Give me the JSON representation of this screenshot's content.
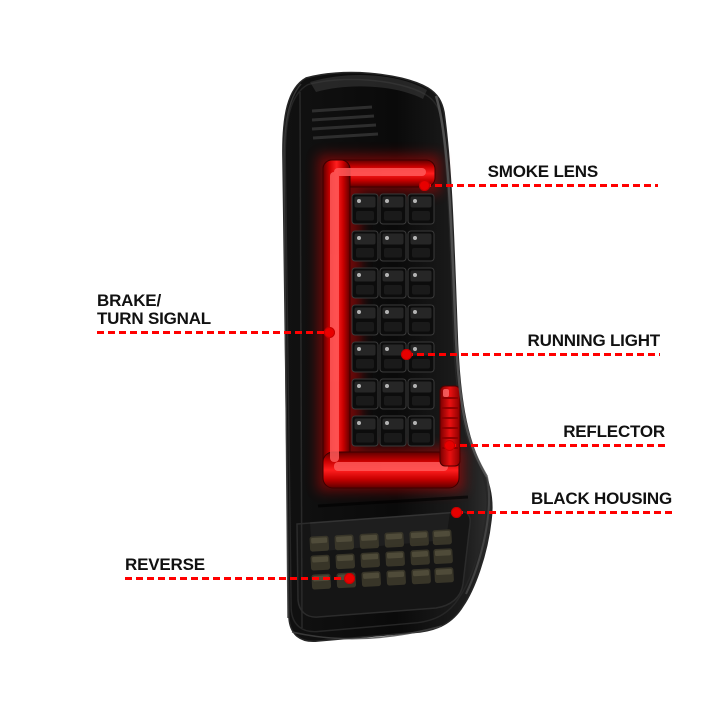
{
  "callouts": [
    {
      "id": "smoke-lens",
      "lines": [
        "SMOKE LENS"
      ]
    },
    {
      "id": "brake-turn-signal",
      "lines": [
        "BRAKE/",
        "TURN SIGNAL"
      ]
    },
    {
      "id": "running-light",
      "lines": [
        "RUNNING LIGHT"
      ]
    },
    {
      "id": "reflector",
      "lines": [
        "REFLECTOR"
      ]
    },
    {
      "id": "black-housing",
      "lines": [
        "BLACK HOUSING"
      ]
    },
    {
      "id": "reverse",
      "lines": [
        "REVERSE"
      ]
    }
  ],
  "colors": {
    "background": "#ffffff",
    "leader_line": "#ff0000",
    "callout_dot": "#e80000",
    "label_text": "#111111",
    "light_bar_red": "#d40000",
    "housing_black": "#0a0a0a"
  }
}
